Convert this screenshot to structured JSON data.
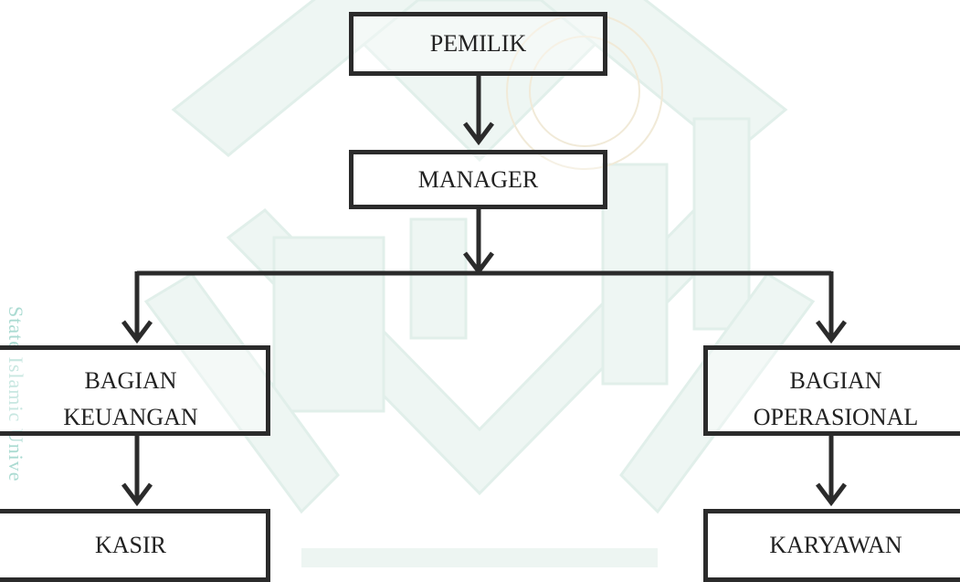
{
  "org_chart": {
    "top": "PEMILIK",
    "manager": "MANAGER",
    "left_department": {
      "line1": "BAGIAN",
      "line2": "KEUANGAN"
    },
    "right_department": {
      "line1": "BAGIAN",
      "line2": "OPERASIONAL"
    },
    "left_staff": "KASIR",
    "right_staff": "KARYAWAN"
  },
  "watermark": {
    "side_text": "State Islamic Unive",
    "color": "#8fcfc3"
  },
  "colors": {
    "line": "#2b2b2b",
    "text": "#222222",
    "watermark_fill": "#eaf4f1"
  }
}
